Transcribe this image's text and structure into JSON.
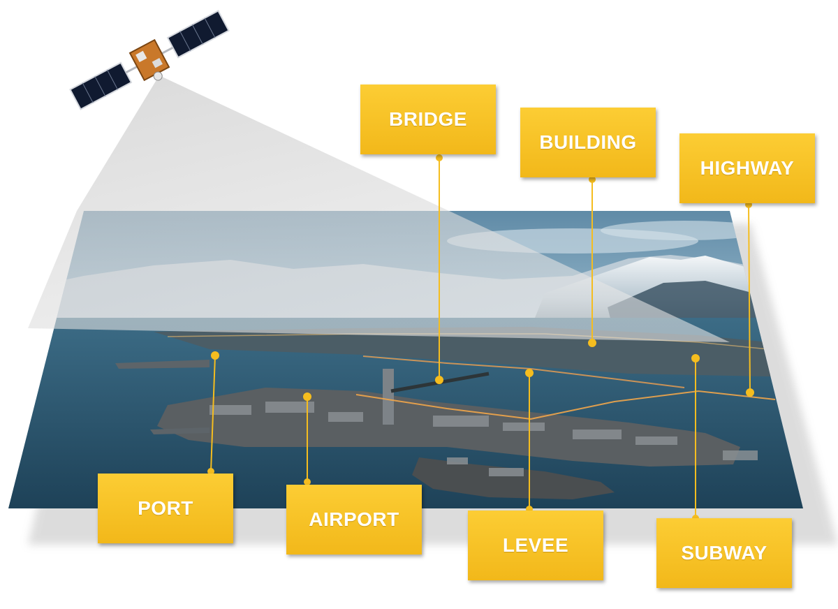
{
  "colors": {
    "label_fill": "#f5bd1f",
    "label_text": "#ffffff",
    "connector": "#f5bd1f",
    "water": "#2b5a75",
    "sky": "#9bbfd3",
    "snow": "#eef3f7"
  },
  "icons": [
    "satellite-icon"
  ],
  "labels": [
    {
      "id": "bridge",
      "text": "BRIDGE"
    },
    {
      "id": "building",
      "text": "BUILDING"
    },
    {
      "id": "highway",
      "text": "HIGHWAY"
    },
    {
      "id": "port",
      "text": "PORT"
    },
    {
      "id": "airport",
      "text": "AIRPORT"
    },
    {
      "id": "levee",
      "text": "LEVEE"
    },
    {
      "id": "subway",
      "text": "SUBWAY"
    }
  ]
}
